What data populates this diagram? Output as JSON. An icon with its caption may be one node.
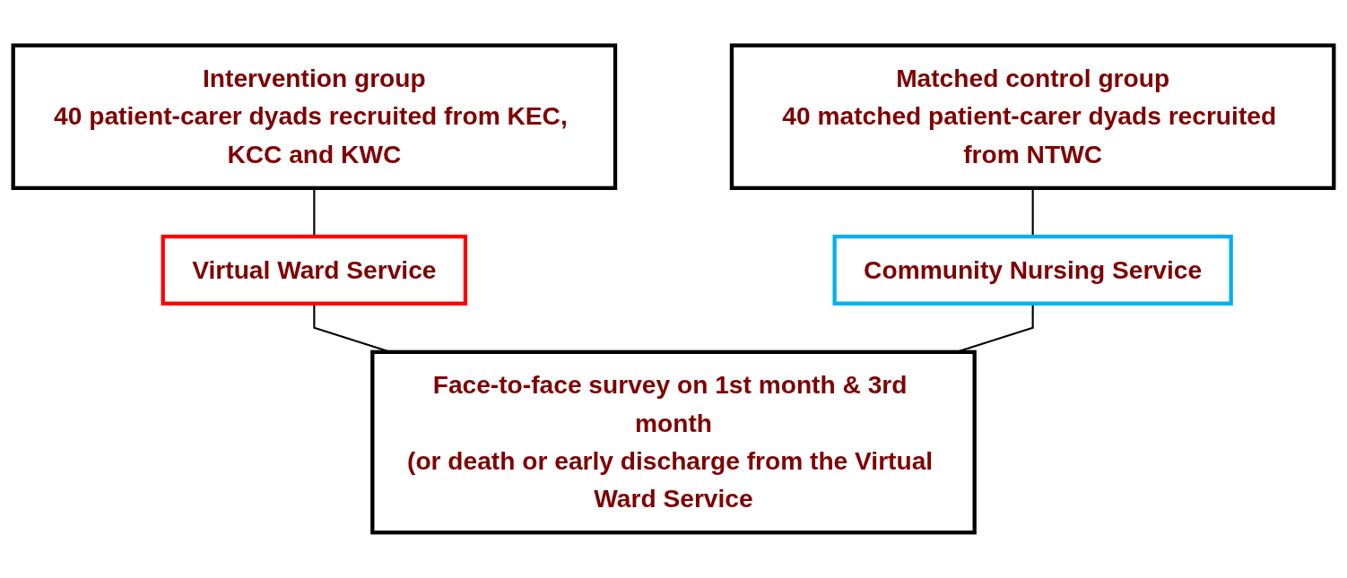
{
  "diagram": {
    "nodes": [
      {
        "text": [
          "Intervention group",
          "40 patient-carer dyads recruited from KEC, KCC and KWC"
        ]
      },
      {
        "text": [
          "Matched control group",
          "40 matched patient-carer dyads recruited from NTWC"
        ]
      },
      {
        "text": [
          "Virtual Ward Service"
        ]
      },
      {
        "text": [
          "Community Nursing Service"
        ]
      },
      {
        "text": [
          "Face-to-face survey on 1st month & 3rd month",
          "(or death or early discharge from the Virtual Ward Service"
        ]
      }
    ],
    "edges": [
      {
        "from": 0,
        "to": 2,
        "arrow": "none"
      },
      {
        "from": 2,
        "to": 4,
        "arrow": "none"
      },
      {
        "from": 1,
        "to": 3,
        "arrow": "none"
      },
      {
        "from": 3,
        "to": 4,
        "arrow": "none"
      }
    ]
  }
}
